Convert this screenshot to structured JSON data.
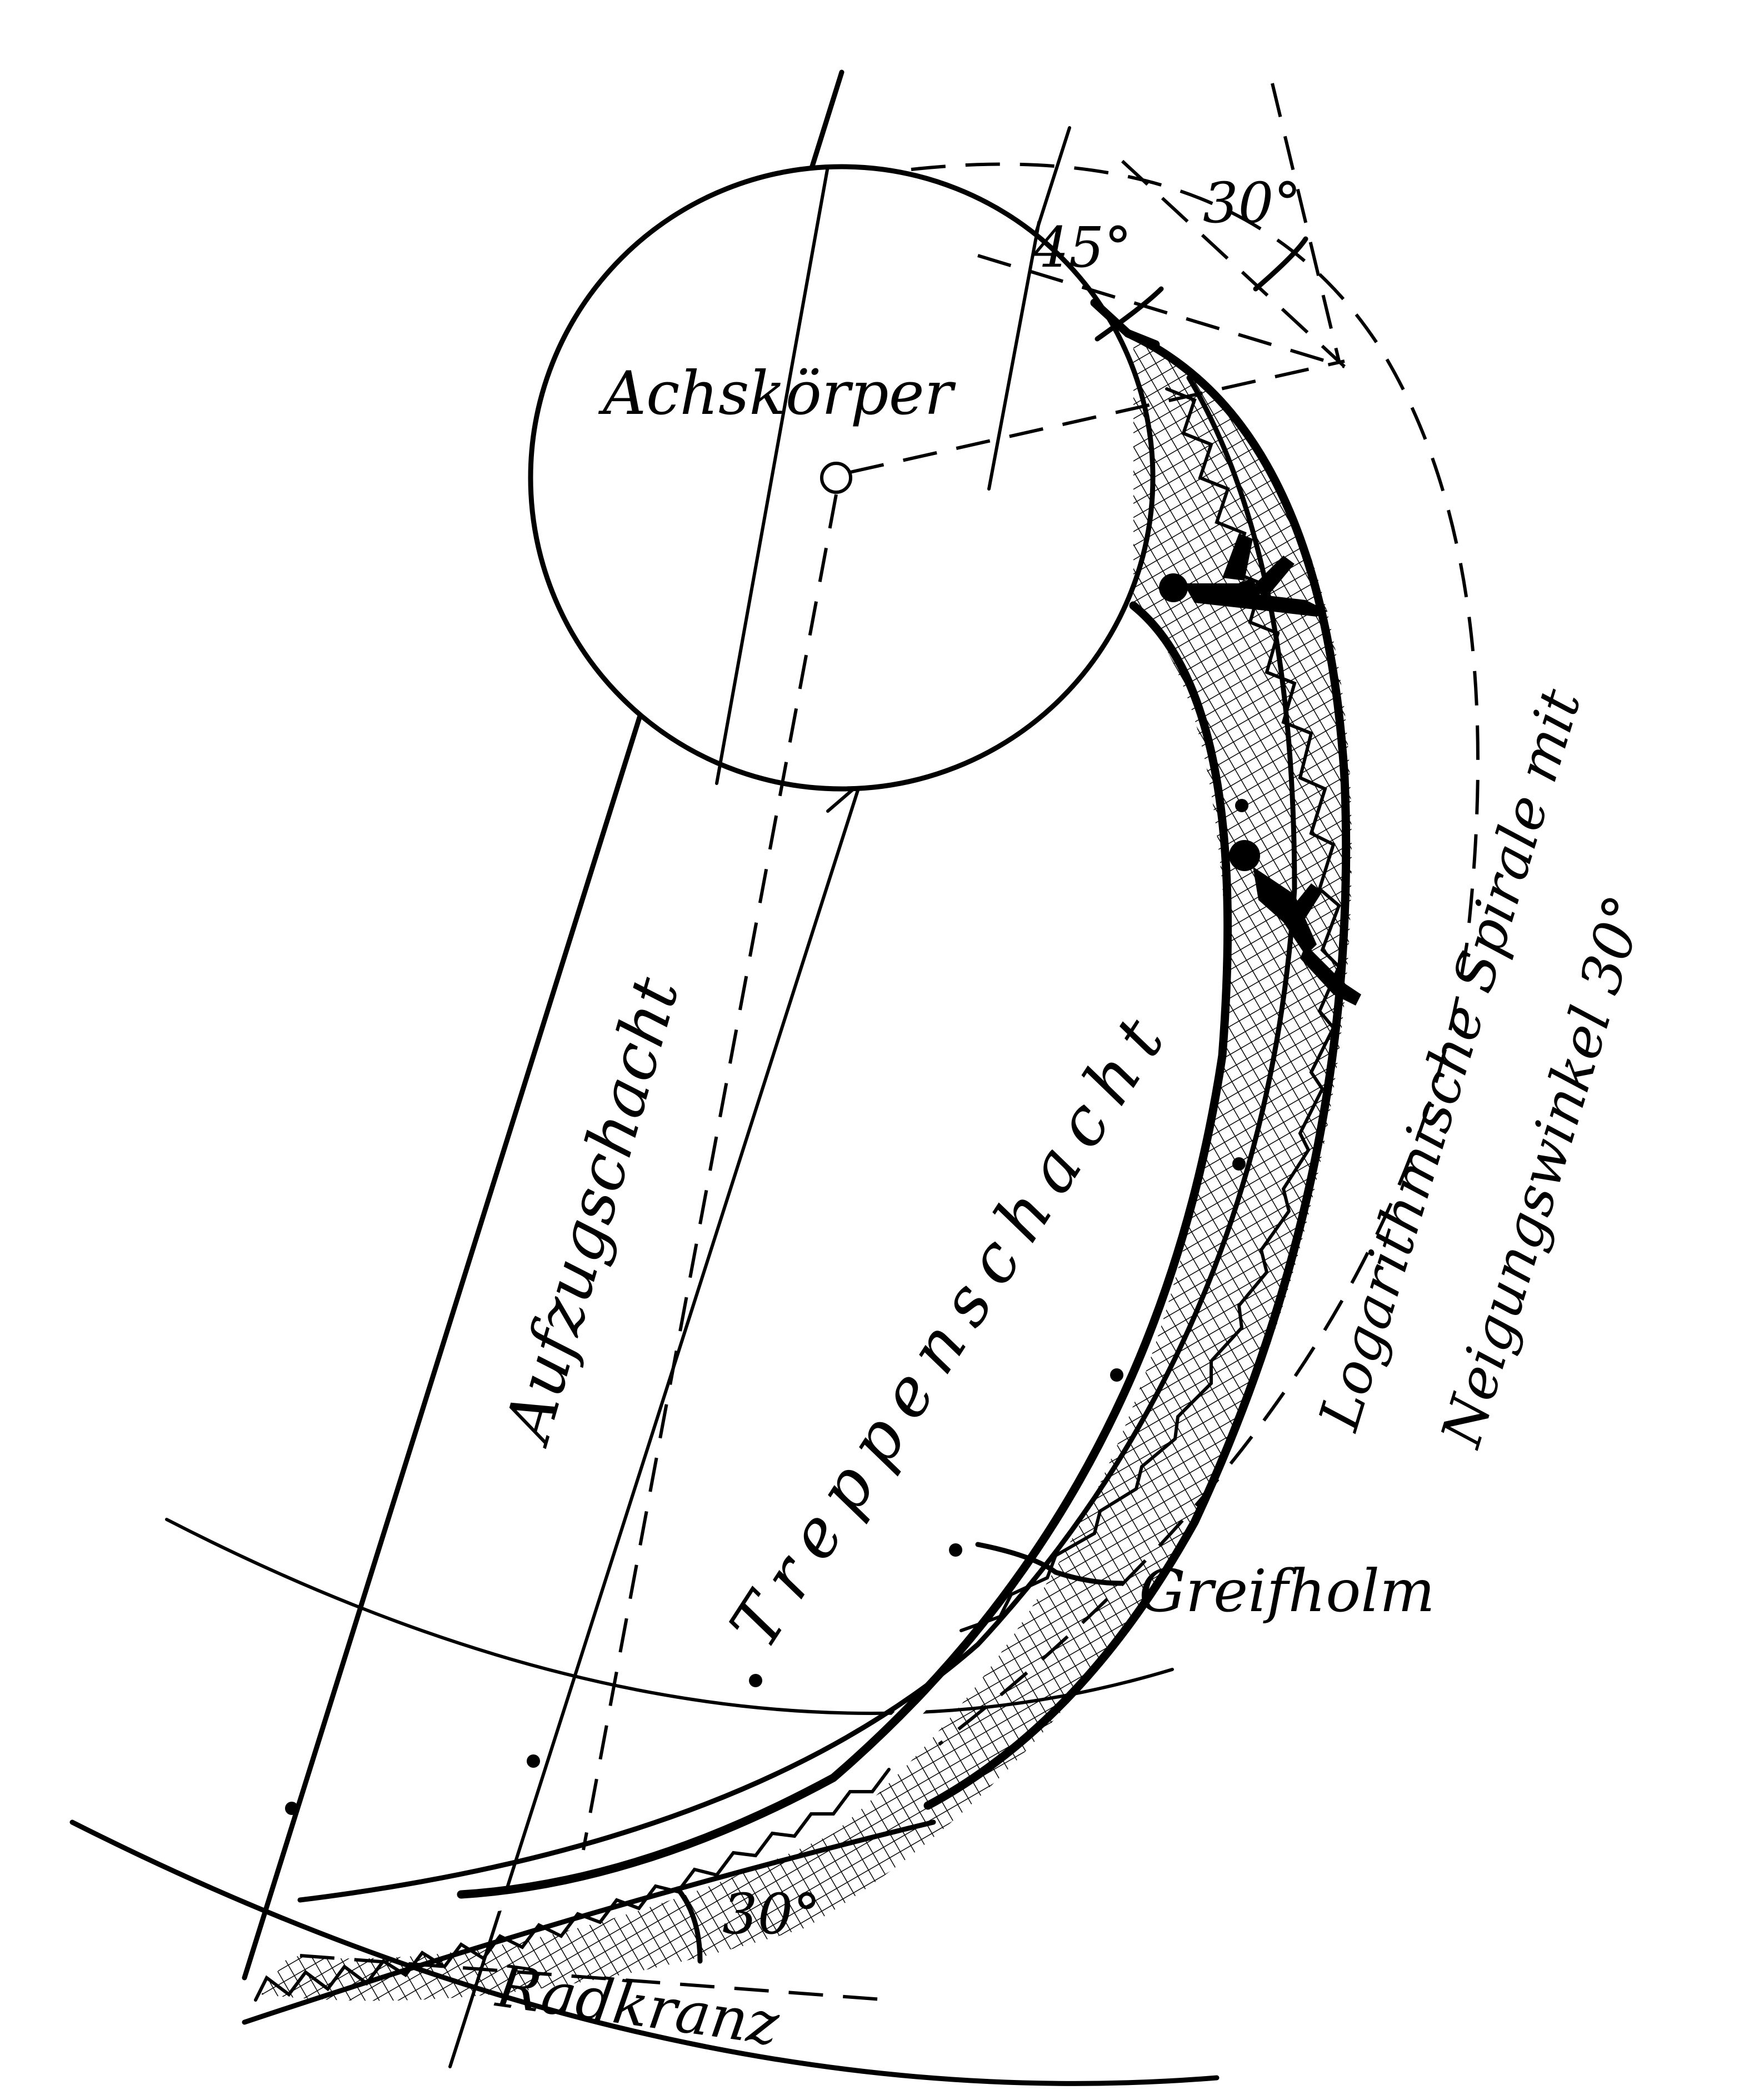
{
  "diagram": {
    "labels": {
      "axle_body": "Achskörper",
      "elevator_shaft": "Aufzugschacht",
      "stair_shaft": "Treppenschacht",
      "spiral_line1": "Logarithmische Spirale mit",
      "spiral_line2": "Neigungswinkel 30°",
      "handrail": "Greifholm",
      "rim": "Radkranz",
      "angle_top_45": "45°",
      "angle_top_30": "30°",
      "angle_bottom_30": "30°"
    },
    "colors": {
      "ink": "#000000",
      "paper": "#ffffff"
    }
  }
}
